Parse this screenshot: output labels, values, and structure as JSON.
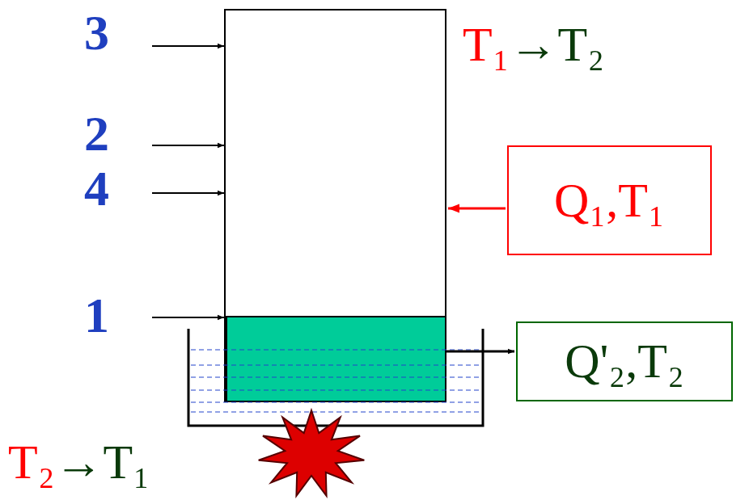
{
  "diagram": {
    "nodes": [
      {
        "text": [
          "Q₁,T₁"
        ]
      },
      {
        "text": [
          "Q'₂,T₂"
        ]
      }
    ],
    "labels": [
      "3",
      "2",
      "4",
      "1",
      "T₁→T₂",
      "T₂→T₁"
    ]
  }
}
